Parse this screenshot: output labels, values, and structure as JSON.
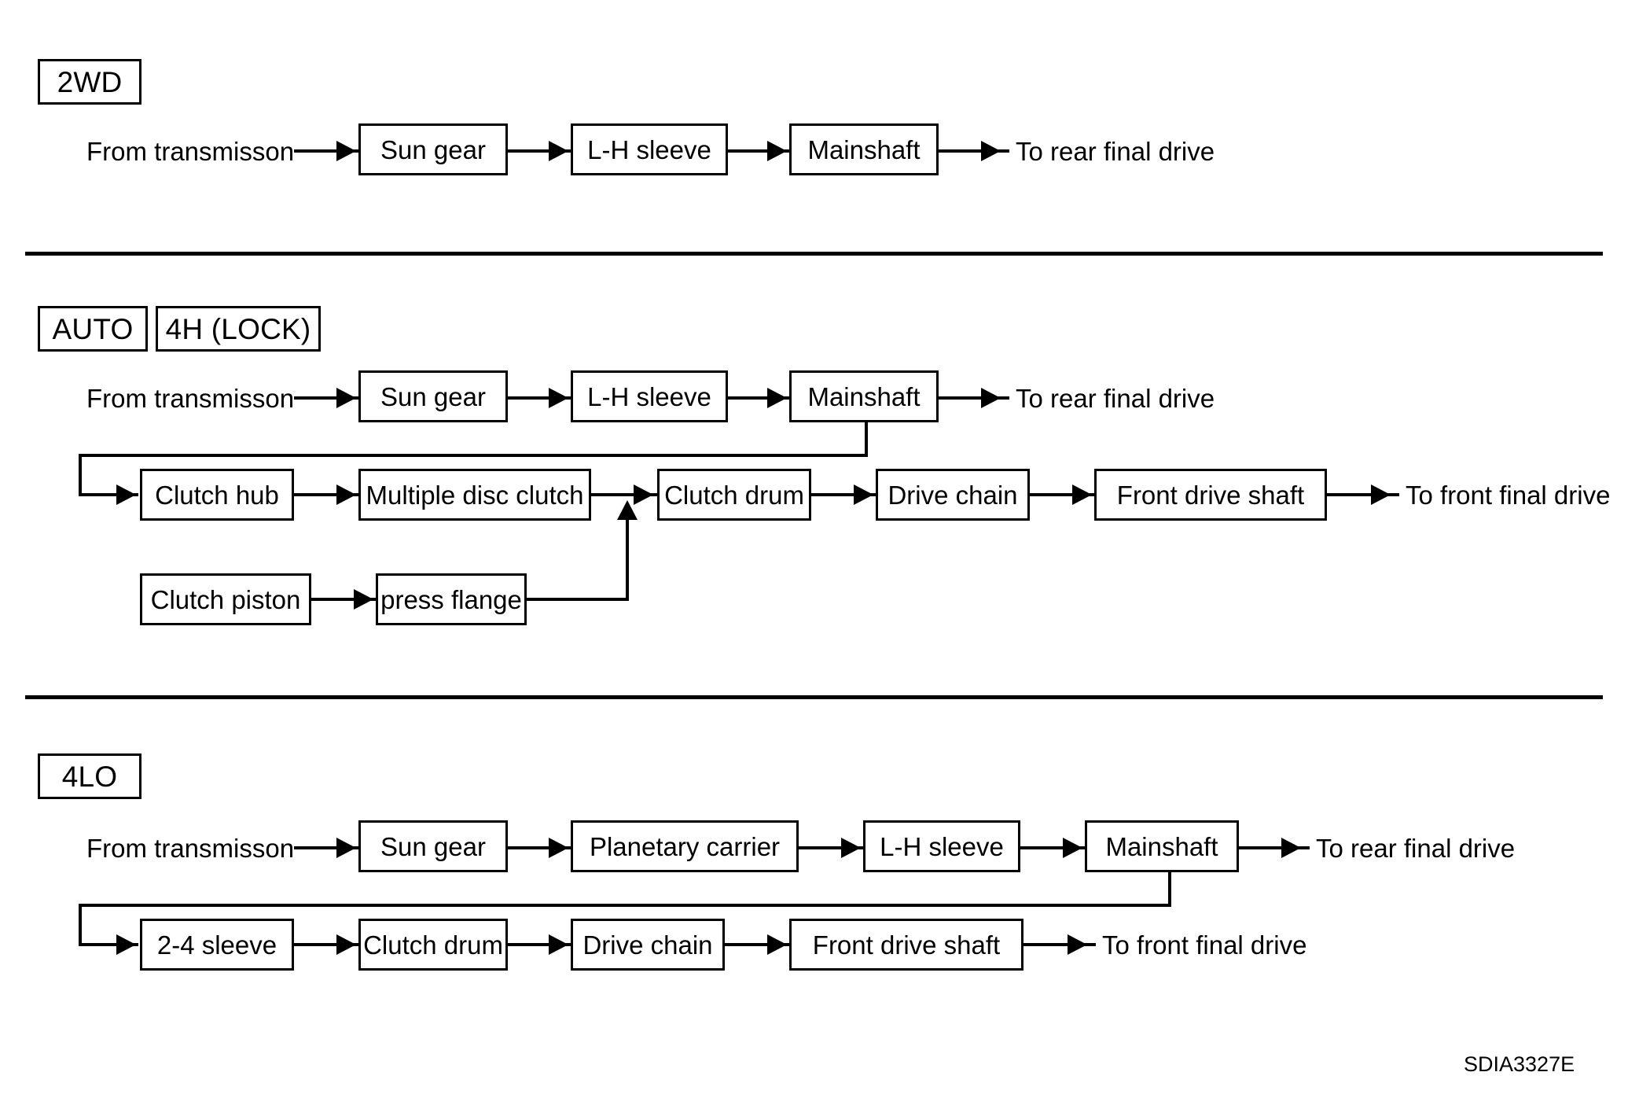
{
  "figure": {
    "code": "SDIA3327E",
    "type": "power-flow-block-diagram"
  },
  "sections": [
    {
      "id": "2wd",
      "mode_tags": [
        "2WD"
      ],
      "rows": [
        {
          "id": "2wd-rear",
          "source_label": "From transmisson",
          "nodes": [
            "Sun gear",
            "L-H sleeve",
            "Mainshaft"
          ],
          "sink_label": "To rear final drive"
        }
      ]
    },
    {
      "id": "auto-4h-lock",
      "mode_tags": [
        "AUTO",
        "4H (LOCK)"
      ],
      "rows": [
        {
          "id": "auto-rear",
          "source_label": "From transmisson",
          "nodes": [
            "Sun gear",
            "L-H sleeve",
            "Mainshaft"
          ],
          "sink_label": "To rear final drive"
        },
        {
          "id": "auto-front",
          "source_label": "",
          "nodes": [
            "Clutch hub",
            "Multiple disc clutch",
            "Clutch drum",
            "Drive chain",
            "Front drive shaft"
          ],
          "sink_label": "To front final drive"
        },
        {
          "id": "auto-piston",
          "source_label": "",
          "nodes": [
            "Clutch piston",
            "press flange"
          ],
          "sink_label": ""
        }
      ]
    },
    {
      "id": "4lo",
      "mode_tags": [
        "4LO"
      ],
      "rows": [
        {
          "id": "4lo-rear",
          "source_label": "From transmisson",
          "nodes": [
            "Sun gear",
            "Planetary carrier",
            "L-H sleeve",
            "Mainshaft"
          ],
          "sink_label": "To rear final drive"
        },
        {
          "id": "4lo-front",
          "source_label": "",
          "nodes": [
            "2-4 sleeve",
            "Clutch drum",
            "Drive chain",
            "Front drive shaft"
          ],
          "sink_label": "To front final drive"
        }
      ]
    }
  ],
  "labels": {
    "mode_2wd": "2WD",
    "mode_auto": "AUTO",
    "mode_4h_lock": "4H (LOCK)",
    "mode_4lo": "4LO",
    "from_transmission": "From transmisson",
    "to_rear_final_drive": "To rear final drive",
    "to_front_final_drive": "To front final drive",
    "sun_gear": "Sun gear",
    "lh_sleeve": "L-H sleeve",
    "mainshaft": "Mainshaft",
    "clutch_hub": "Clutch hub",
    "multiple_disc_clutch": "Multiple disc clutch",
    "clutch_drum": "Clutch drum",
    "drive_chain": "Drive chain",
    "front_drive_shaft": "Front drive shaft",
    "clutch_piston": "Clutch piston",
    "press_flange": "press flange",
    "planetary_carrier": "Planetary carrier",
    "two_four_sleeve": "2-4 sleeve"
  },
  "colors": {
    "ink": "#000000",
    "paper": "#ffffff"
  }
}
